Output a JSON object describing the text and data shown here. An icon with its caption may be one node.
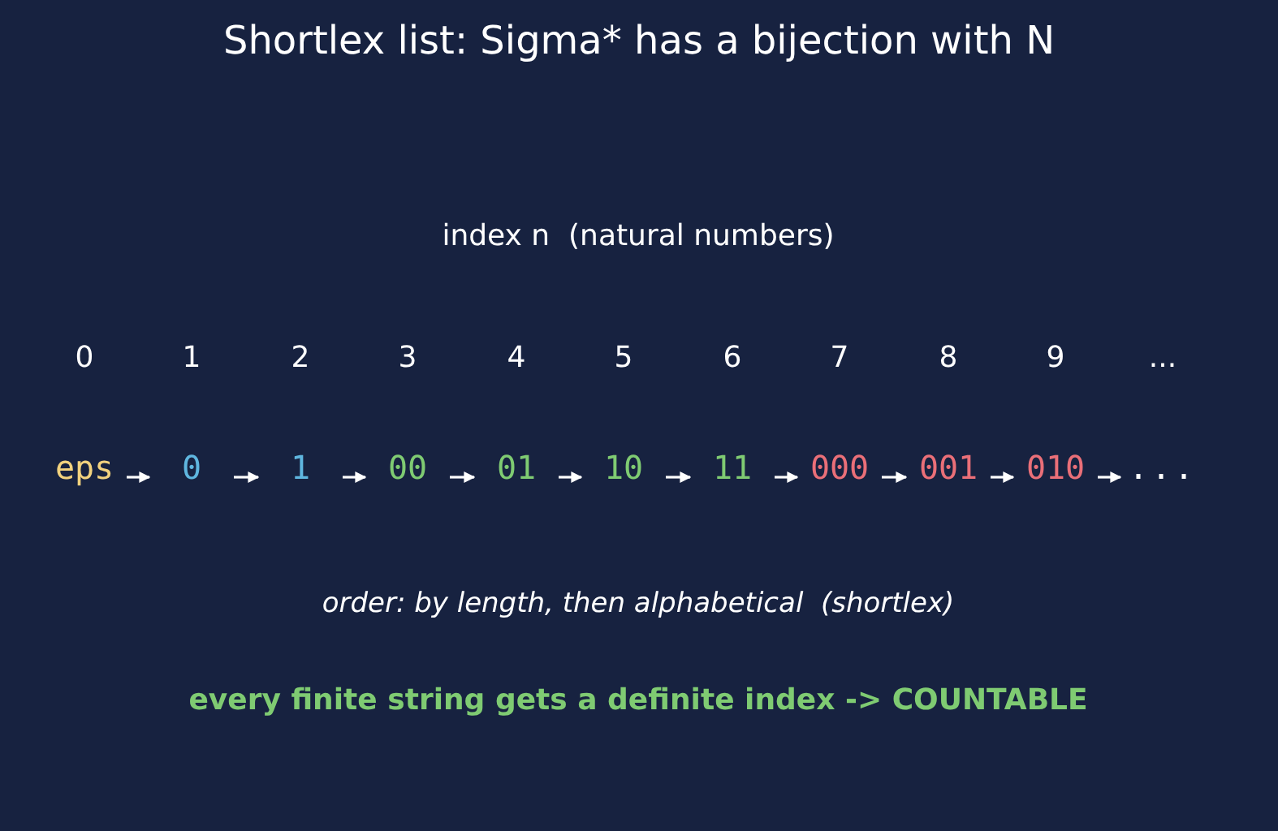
{
  "diagram": {
    "title": "Shortlex list: Sigma* has a bijection with N",
    "nodes": [
      {
        "text": [
          "eps"
        ]
      },
      {
        "text": [
          "0"
        ]
      },
      {
        "text": [
          "1"
        ]
      },
      {
        "text": [
          "00"
        ]
      },
      {
        "text": [
          "01"
        ]
      },
      {
        "text": [
          "10"
        ]
      },
      {
        "text": [
          "11"
        ]
      },
      {
        "text": [
          "000"
        ]
      },
      {
        "text": [
          "001"
        ]
      },
      {
        "text": [
          "010"
        ]
      },
      {
        "text": [
          "..."
        ]
      }
    ],
    "edges": [
      {
        "from": 0,
        "to": 1,
        "arrow": "to"
      },
      {
        "from": 1,
        "to": 2,
        "arrow": "to"
      },
      {
        "from": 2,
        "to": 3,
        "arrow": "to"
      },
      {
        "from": 3,
        "to": 4,
        "arrow": "to"
      },
      {
        "from": 4,
        "to": 5,
        "arrow": "to"
      },
      {
        "from": 5,
        "to": 6,
        "arrow": "to"
      },
      {
        "from": 6,
        "to": 7,
        "arrow": "to"
      },
      {
        "from": 7,
        "to": 8,
        "arrow": "to"
      },
      {
        "from": 8,
        "to": 9,
        "arrow": "to"
      },
      {
        "from": 9,
        "to": 10,
        "arrow": "to"
      }
    ],
    "labels": [
      "index n  (natural numbers)",
      "0",
      "1",
      "2",
      "3",
      "4",
      "5",
      "6",
      "7",
      "8",
      "9",
      "...",
      "order: by length, then alphabetical  (shortlex)",
      "every finite string gets a definite index -> COUNTABLE"
    ]
  }
}
